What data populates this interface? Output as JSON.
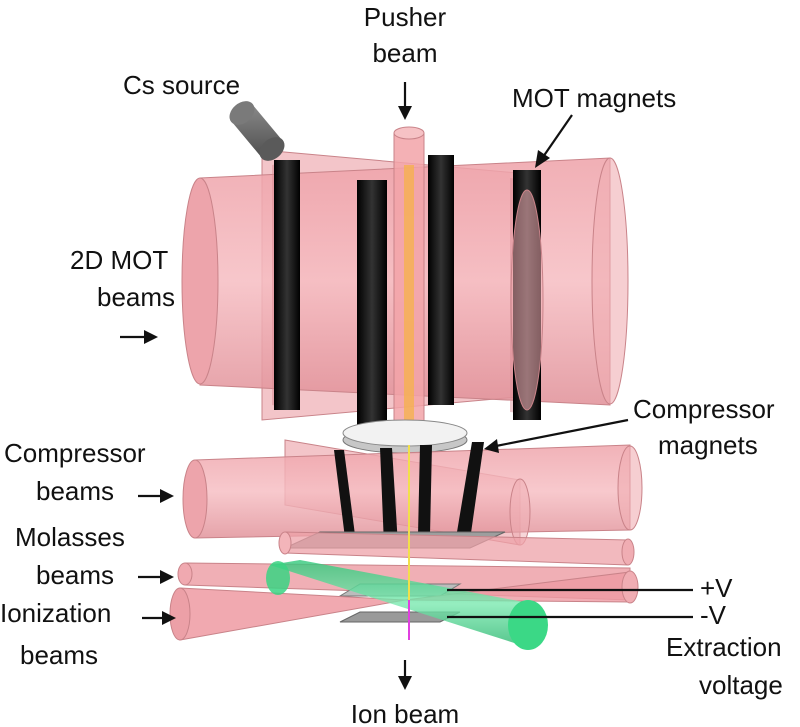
{
  "labels": {
    "pusher_beam_line1": "Pusher",
    "pusher_beam_line2": "beam",
    "cs_source": "Cs source",
    "mot_magnets": "MOT magnets",
    "mot2d_line1": "2D MOT",
    "mot2d_line2": "beams",
    "compressor_magnets_line1": "Compressor",
    "compressor_magnets_line2": "magnets",
    "compressor_beams_line1": "Compressor",
    "compressor_beams_line2": "beams",
    "molasses_line1": "Molasses",
    "molasses_line2": "beams",
    "ionization_line1": "Ionization",
    "ionization_line2": "beams",
    "plus_v": "+V",
    "minus_v": "-V",
    "extraction_line1": "Extraction",
    "extraction_line2": "voltage",
    "ion_beam": "Ion beam"
  },
  "colors": {
    "laser_beam": "#f2a6ad",
    "laser_edge": "#c98389",
    "ionization_green": "#3fd98a",
    "magnet": "#111111",
    "pusher": "#f4b0b2",
    "pusher_core": "#f5b24a",
    "ion_line": "#e040e0",
    "yellow_line": "#e8e050",
    "cs_source": "#6e6e6e",
    "plate": "#bdbdbd"
  }
}
